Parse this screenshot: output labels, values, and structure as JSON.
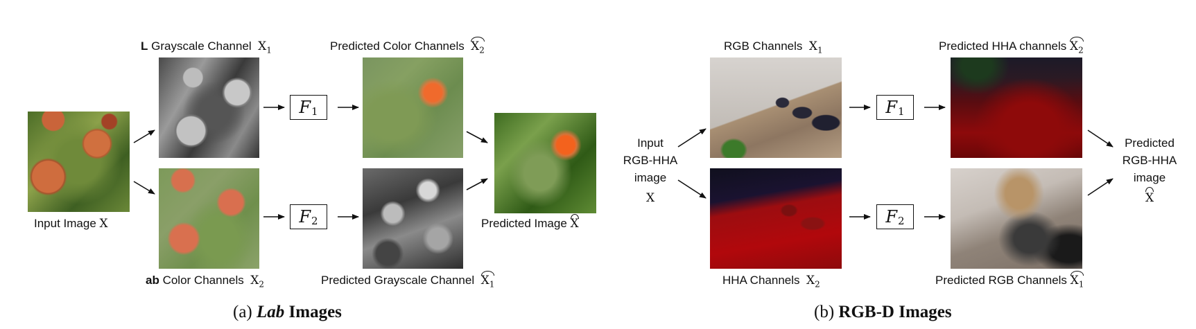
{
  "panel_a": {
    "label_L_bold": "L",
    "label_L_text": "Grayscale Channel",
    "label_L_sym": "X",
    "label_L_sub": "1",
    "label_ab_bold": "ab",
    "label_ab_text": "Color Channels",
    "label_ab_sym": "X",
    "label_ab_sub": "2",
    "pred_color_text": "Predicted Color Channels",
    "pred_color_sym": "X",
    "pred_color_sub": "2",
    "pred_gray_text": "Predicted Grayscale Channel",
    "pred_gray_sym": "X",
    "pred_gray_sub": "1",
    "input_text": "Input Image",
    "input_sym": "X",
    "pred_image_text": "Predicted Image",
    "pred_image_sym": "X",
    "f1": "F",
    "f1_sub": "1",
    "f2": "F",
    "f2_sub": "2",
    "caption_prefix": "(a)",
    "caption_italic": "Lab",
    "caption_rest": "Images"
  },
  "panel_b": {
    "rgb_text": "RGB Channels",
    "rgb_sym": "X",
    "rgb_sub": "1",
    "hha_text": "HHA Channels",
    "hha_sym": "X",
    "hha_sub": "2",
    "pred_hha_text": "Predicted HHA channels",
    "pred_hha_sym": "X",
    "pred_hha_sub": "2",
    "pred_rgb_text": "Predicted RGB Channels",
    "pred_rgb_sym": "X",
    "pred_rgb_sub": "1",
    "input_line1": "Input",
    "input_line2": "RGB-HHA",
    "input_line3": "image",
    "input_sym": "X",
    "pred_line1": "Predicted",
    "pred_line2": "RGB-HHA",
    "pred_line3": "image",
    "pred_sym": "X",
    "f1": "F",
    "f1_sub": "1",
    "f2": "F",
    "f2_sub": "2",
    "caption_prefix": "(b)",
    "caption_bold": "RGB-D Images"
  }
}
